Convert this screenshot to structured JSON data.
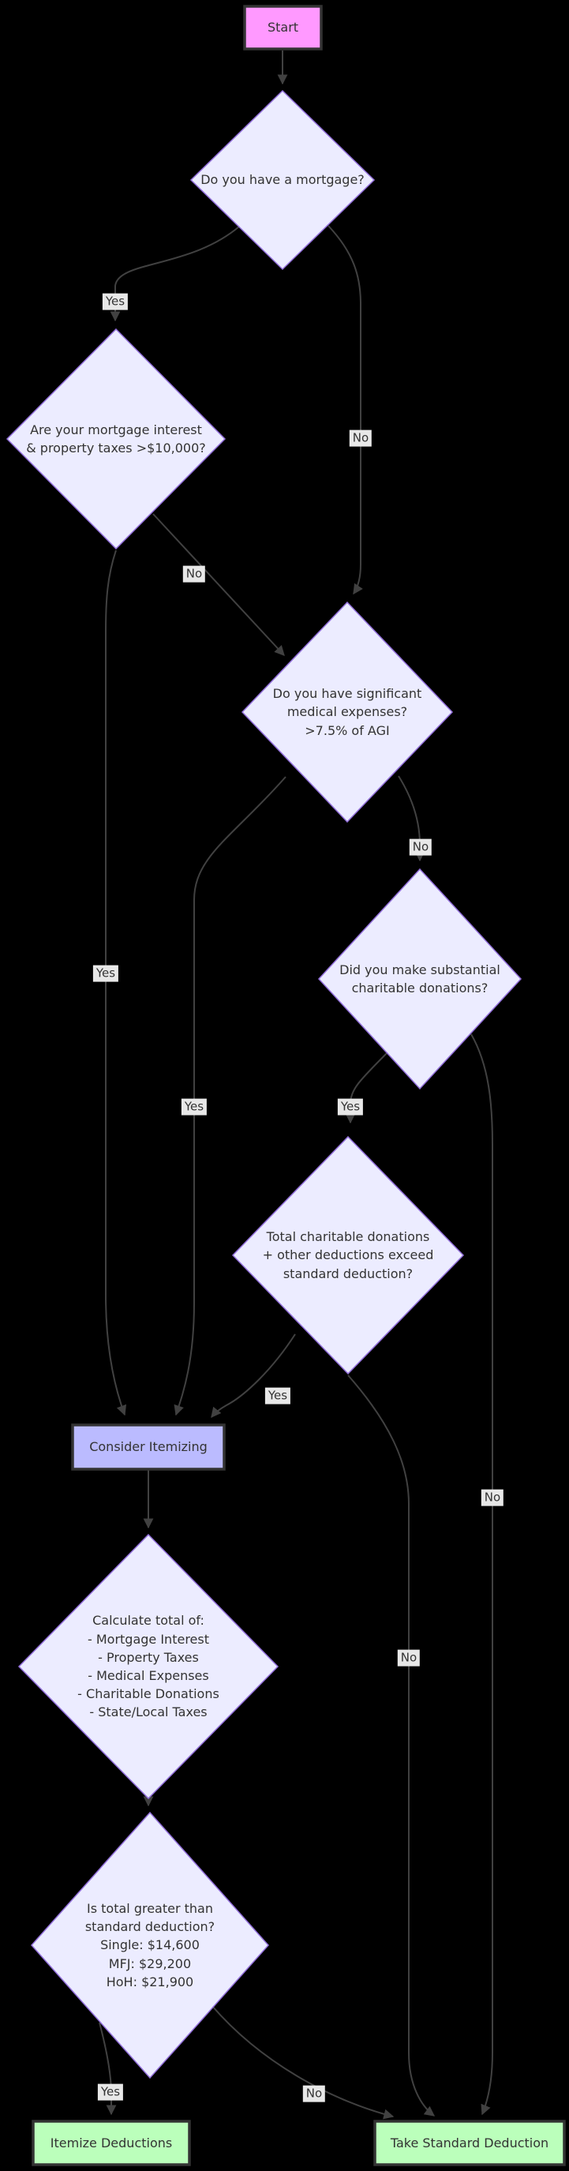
{
  "diagram": {
    "type": "flowchart",
    "title": "Itemize vs Standard Deduction decision flowchart",
    "colors": {
      "background": "#000000",
      "decision_fill": "#ECECFF",
      "decision_stroke": "#9370DB",
      "start_fill": "#ff99ff",
      "consider_fill": "#bbbbff",
      "result_fill": "#bbffbb",
      "process_stroke": "#333333",
      "edge_color": "#414141",
      "edge_label_bg": "#e8e8e8",
      "text_color": "#333333"
    },
    "nodes": {
      "start": {
        "shape": "rect",
        "label": "Start"
      },
      "mortgage": {
        "shape": "diamond",
        "label": "Do you have a mortgage?"
      },
      "salt": {
        "shape": "diamond",
        "label": "Are your mortgage interest\n& property taxes >$10,000?"
      },
      "medical": {
        "shape": "diamond",
        "label": "Do you have significant\nmedical expenses?\n>7.5% of AGI"
      },
      "charitable": {
        "shape": "diamond",
        "label": "Did you make substantial\ncharitable donations?"
      },
      "total_exceed": {
        "shape": "diamond",
        "label": "Total charitable donations\n+ other deductions exceed\nstandard deduction?"
      },
      "consider": {
        "shape": "rect",
        "label": "Consider Itemizing"
      },
      "calculate": {
        "shape": "diamond",
        "label": "Calculate total of:\n- Mortgage Interest\n- Property Taxes\n- Medical Expenses\n- Charitable Donations\n- State/Local Taxes"
      },
      "threshold": {
        "shape": "diamond",
        "label": "Is total greater than\nstandard deduction?\nSingle: $14,600\nMFJ: $29,200\nHoH: $21,900"
      },
      "itemize": {
        "shape": "rect",
        "label": "Itemize Deductions"
      },
      "standard": {
        "shape": "rect",
        "label": "Take Standard Deduction"
      }
    },
    "edges": [
      {
        "from": "start",
        "to": "mortgage",
        "label": ""
      },
      {
        "from": "mortgage",
        "to": "salt",
        "label": "Yes"
      },
      {
        "from": "mortgage",
        "to": "medical",
        "label": "No"
      },
      {
        "from": "salt",
        "to": "medical",
        "label": "No"
      },
      {
        "from": "salt",
        "to": "consider",
        "label": "Yes"
      },
      {
        "from": "medical",
        "to": "charitable",
        "label": "No"
      },
      {
        "from": "medical",
        "to": "consider",
        "label": "Yes"
      },
      {
        "from": "charitable",
        "to": "total_exceed",
        "label": "Yes"
      },
      {
        "from": "charitable",
        "to": "standard",
        "label": "No"
      },
      {
        "from": "total_exceed",
        "to": "consider",
        "label": "Yes"
      },
      {
        "from": "total_exceed",
        "to": "standard",
        "label": "No"
      },
      {
        "from": "consider",
        "to": "calculate",
        "label": ""
      },
      {
        "from": "calculate",
        "to": "threshold",
        "label": ""
      },
      {
        "from": "threshold",
        "to": "itemize",
        "label": "Yes"
      },
      {
        "from": "threshold",
        "to": "standard",
        "label": "No"
      }
    ]
  }
}
